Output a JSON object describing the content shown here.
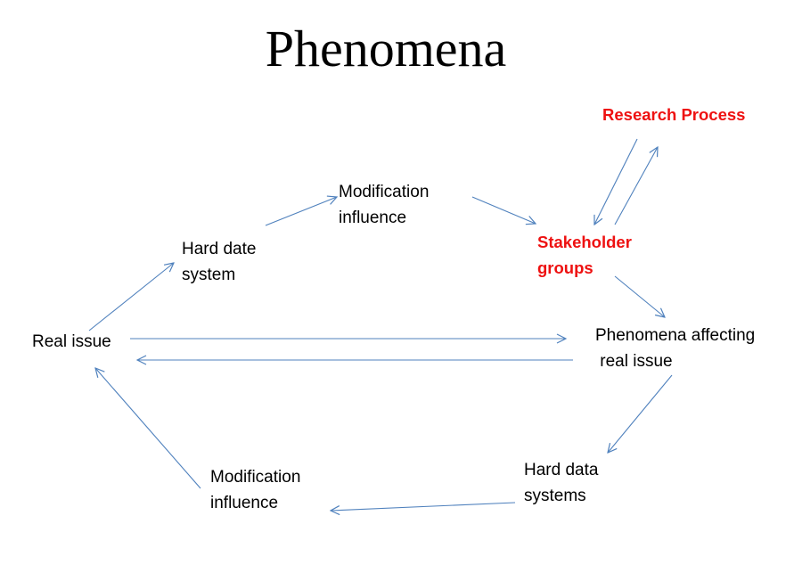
{
  "title": "Phenomena",
  "colors": {
    "arrow": "#4f81bd",
    "text": "#000000",
    "accent": "#ee1111"
  },
  "nodes": {
    "research_process": {
      "lines": [
        "Research Process"
      ]
    },
    "stakeholder_groups": {
      "lines": [
        "Stakeholder",
        "groups"
      ]
    },
    "modification_influence_top": {
      "lines": [
        "Modification",
        "influence"
      ]
    },
    "hard_date_system": {
      "lines": [
        "Hard date",
        "system"
      ]
    },
    "real_issue": {
      "lines": [
        "Real issue"
      ]
    },
    "phenomena_affecting": {
      "lines": [
        "Phenomena affecting",
        " real issue"
      ]
    },
    "hard_data_systems": {
      "lines": [
        "Hard data",
        "systems"
      ]
    },
    "modification_influence_bottom": {
      "lines": [
        "Modification",
        "influence"
      ]
    }
  },
  "edges": [
    {
      "from": "real_issue",
      "to": "hard_date_system"
    },
    {
      "from": "hard_date_system",
      "to": "modification_influence_top"
    },
    {
      "from": "modification_influence_top",
      "to": "stakeholder_groups"
    },
    {
      "from": "research_process",
      "to": "stakeholder_groups"
    },
    {
      "from": "stakeholder_groups",
      "to": "research_process"
    },
    {
      "from": "stakeholder_groups",
      "to": "phenomena_affecting"
    },
    {
      "from": "real_issue",
      "to": "phenomena_affecting"
    },
    {
      "from": "phenomena_affecting",
      "to": "real_issue"
    },
    {
      "from": "phenomena_affecting",
      "to": "hard_data_systems"
    },
    {
      "from": "hard_data_systems",
      "to": "modification_influence_bottom"
    },
    {
      "from": "modification_influence_bottom",
      "to": "real_issue"
    }
  ]
}
